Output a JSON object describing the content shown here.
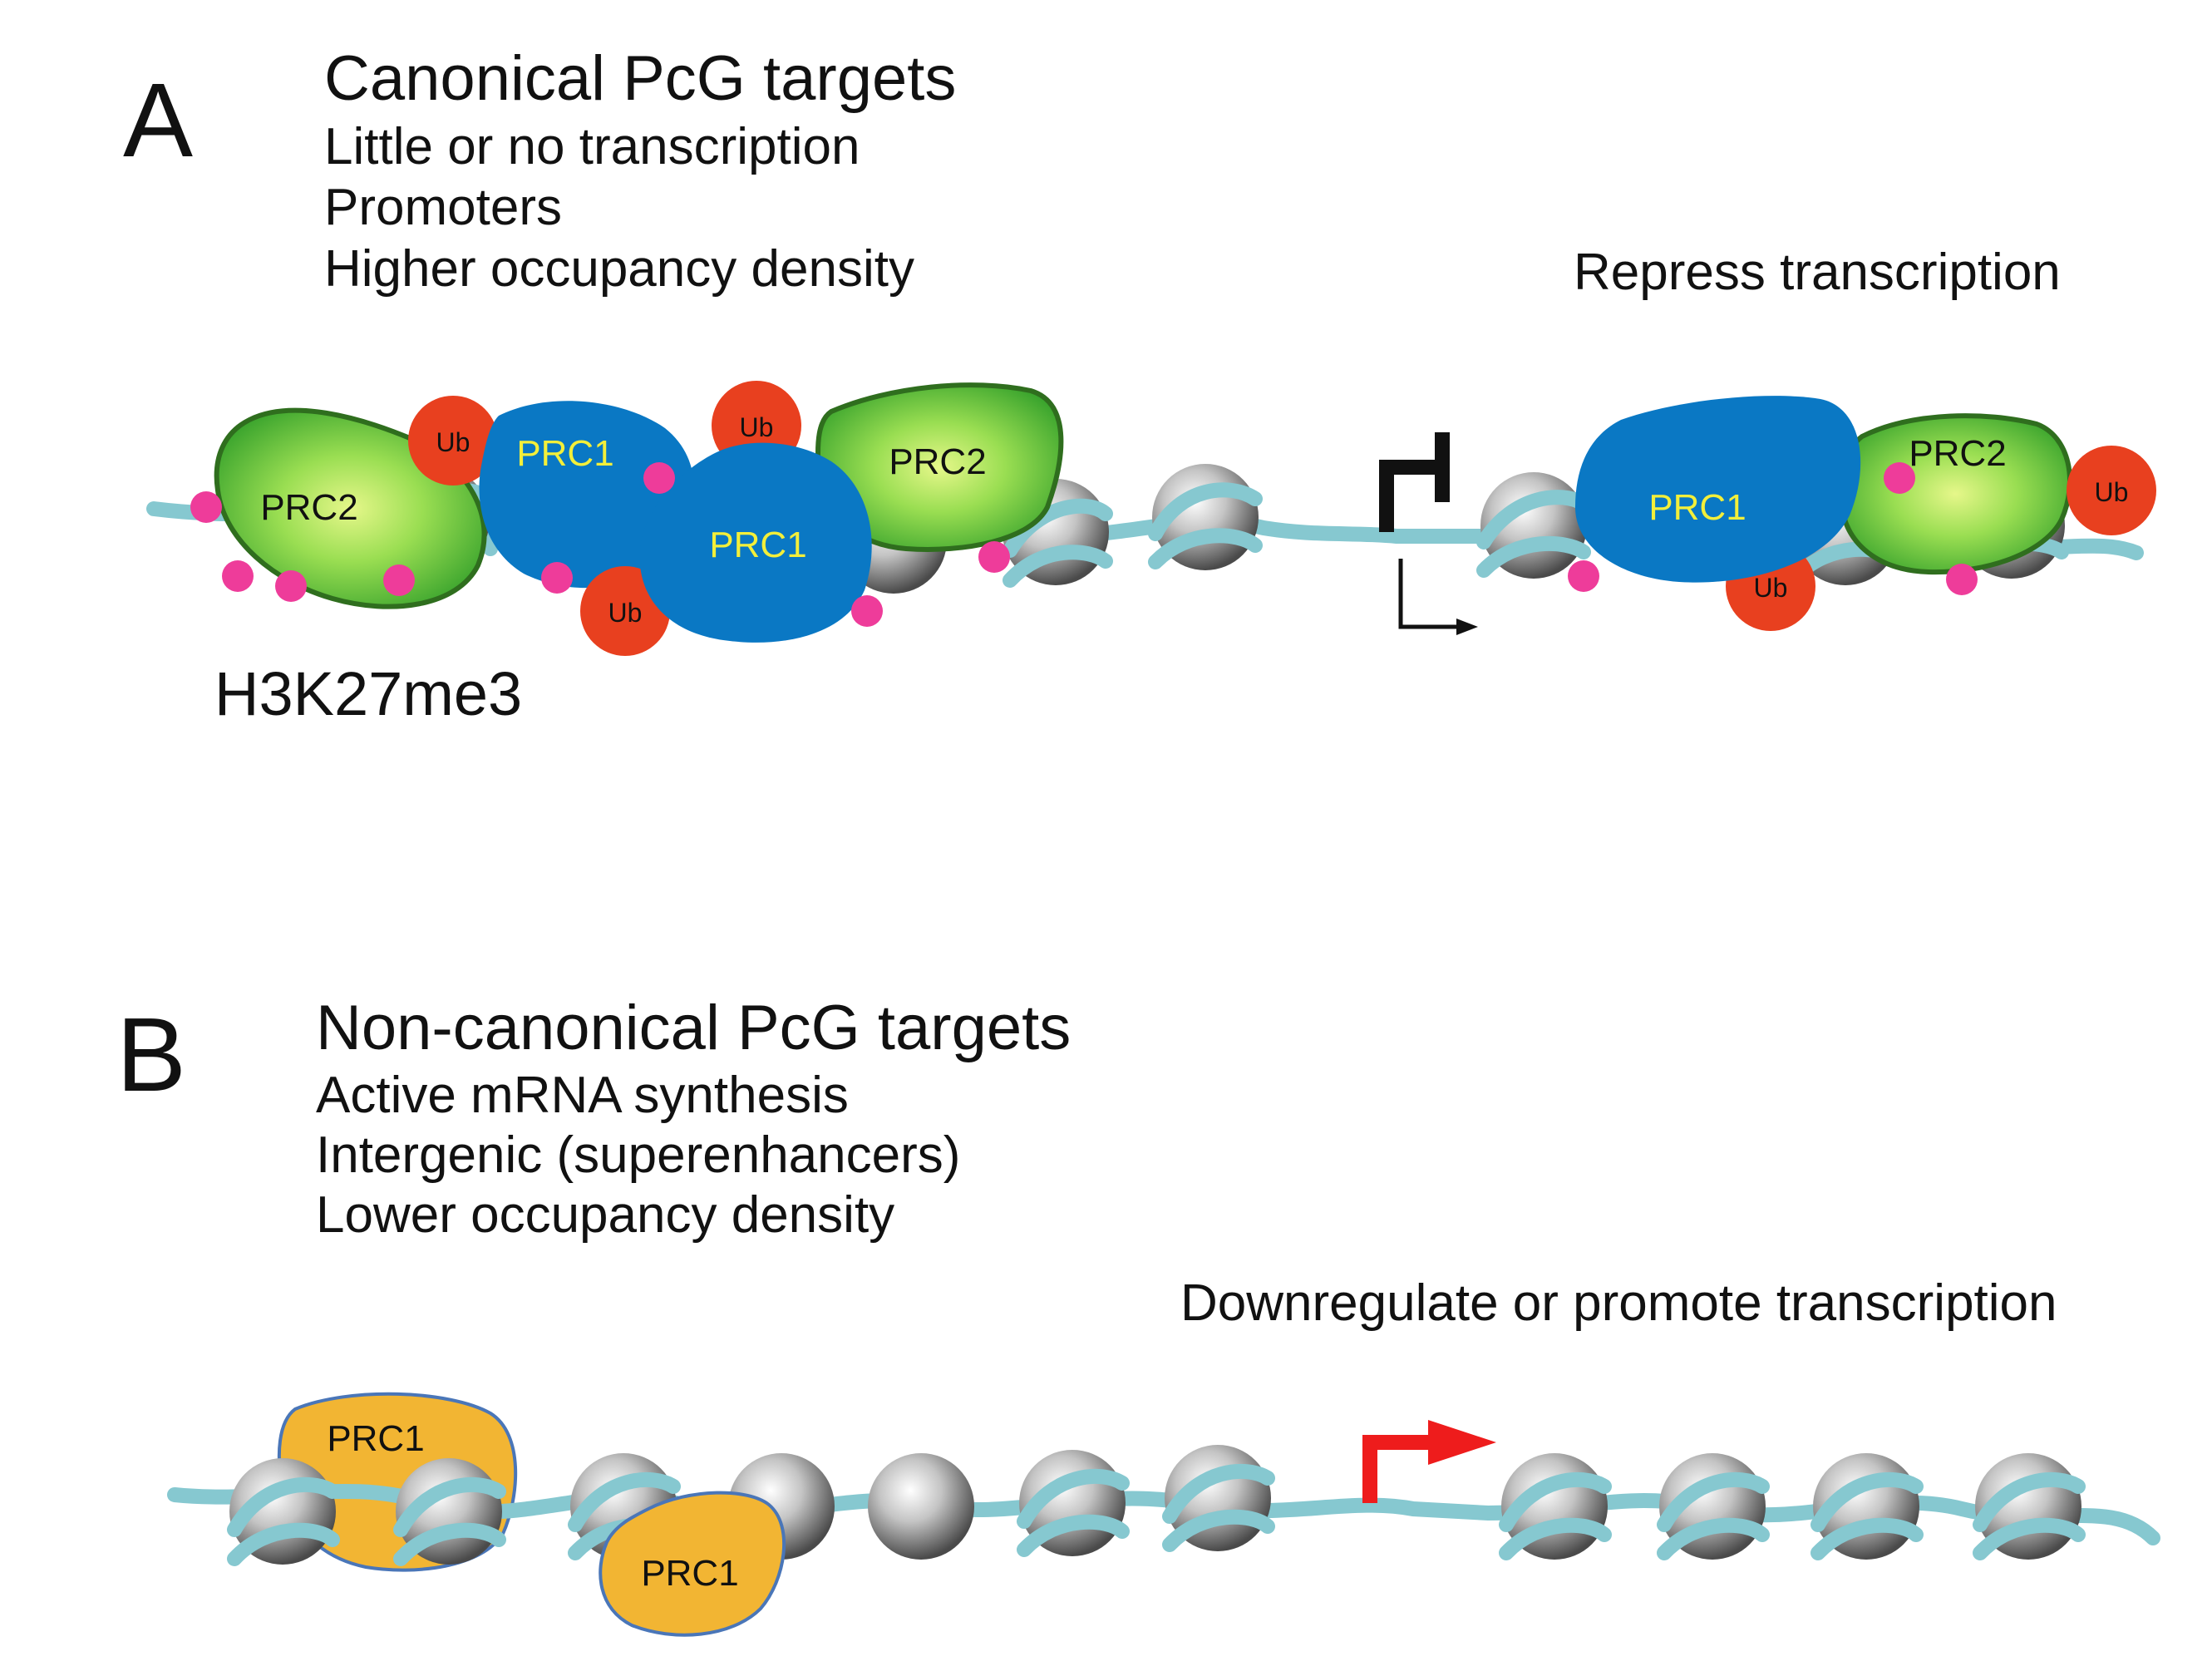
{
  "panel_a": {
    "letter": "A",
    "title": "Canonical PcG targets",
    "lines": [
      "Little or no transcription",
      "Promoters",
      "Higher occupancy density"
    ],
    "outcome": "Repress transcription",
    "mark_label": "H3K27me3",
    "labels": {
      "prc2": "PRC2",
      "prc1": "PRC1",
      "ub": "Ub"
    }
  },
  "panel_b": {
    "letter": "B",
    "title": "Non-canonical PcG targets",
    "lines": [
      "Active mRNA synthesis",
      "Intergenic (superenhancers)",
      "Lower occupancy density"
    ],
    "outcome": "Downregulate or promote transcription",
    "labels": {
      "prc1": "PRC1"
    }
  },
  "colors": {
    "dna": "#86c8d0",
    "prc1_blue": "#0a78c4",
    "prc1_text": "#f3ef3a",
    "prc2_green": "#56c23a",
    "prc2_edge": "#2f6e1e",
    "ub_red": "#e8401f",
    "mark_pink": "#ee3c9a",
    "prc1_orange": "#f2b533",
    "active_arrow": "#ee1c1c",
    "repressed_arrow": "#111111"
  }
}
